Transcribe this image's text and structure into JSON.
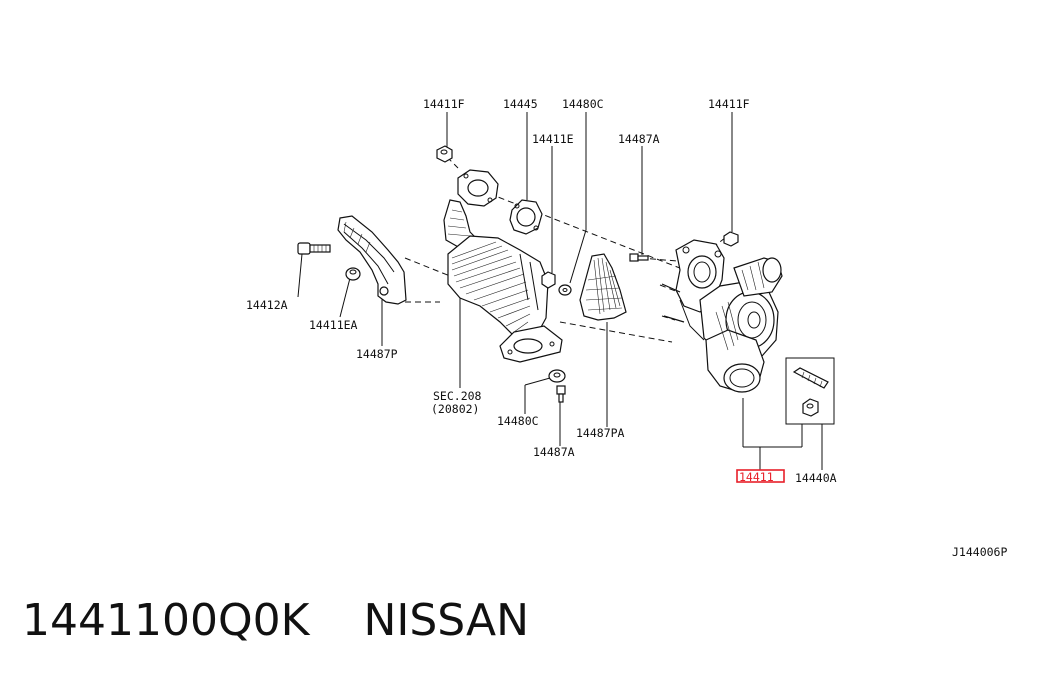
{
  "labels": {
    "l_14411F_a": "14411F",
    "l_14445": "14445",
    "l_14480C_top": "14480C",
    "l_14411E": "14411E",
    "l_14487A_top": "14487A",
    "l_14411F_b": "14411F",
    "l_14412A": "14412A",
    "l_14411EA": "14411EA",
    "l_14487P": "14487P",
    "l_sec208": "SEC.208",
    "l_sec208_sub": "(20802)",
    "l_14480C_bot": "14480C",
    "l_14487A_bot": "14487A",
    "l_14487PA": "14487PA",
    "l_14411": "14411",
    "l_14440A": "14440A",
    "l_ref": "J144006P"
  },
  "footer": {
    "part_number": "1441100Q0K",
    "brand": "NISSAN"
  },
  "colors": {
    "highlight": "#e8202a",
    "ink": "#111111"
  }
}
